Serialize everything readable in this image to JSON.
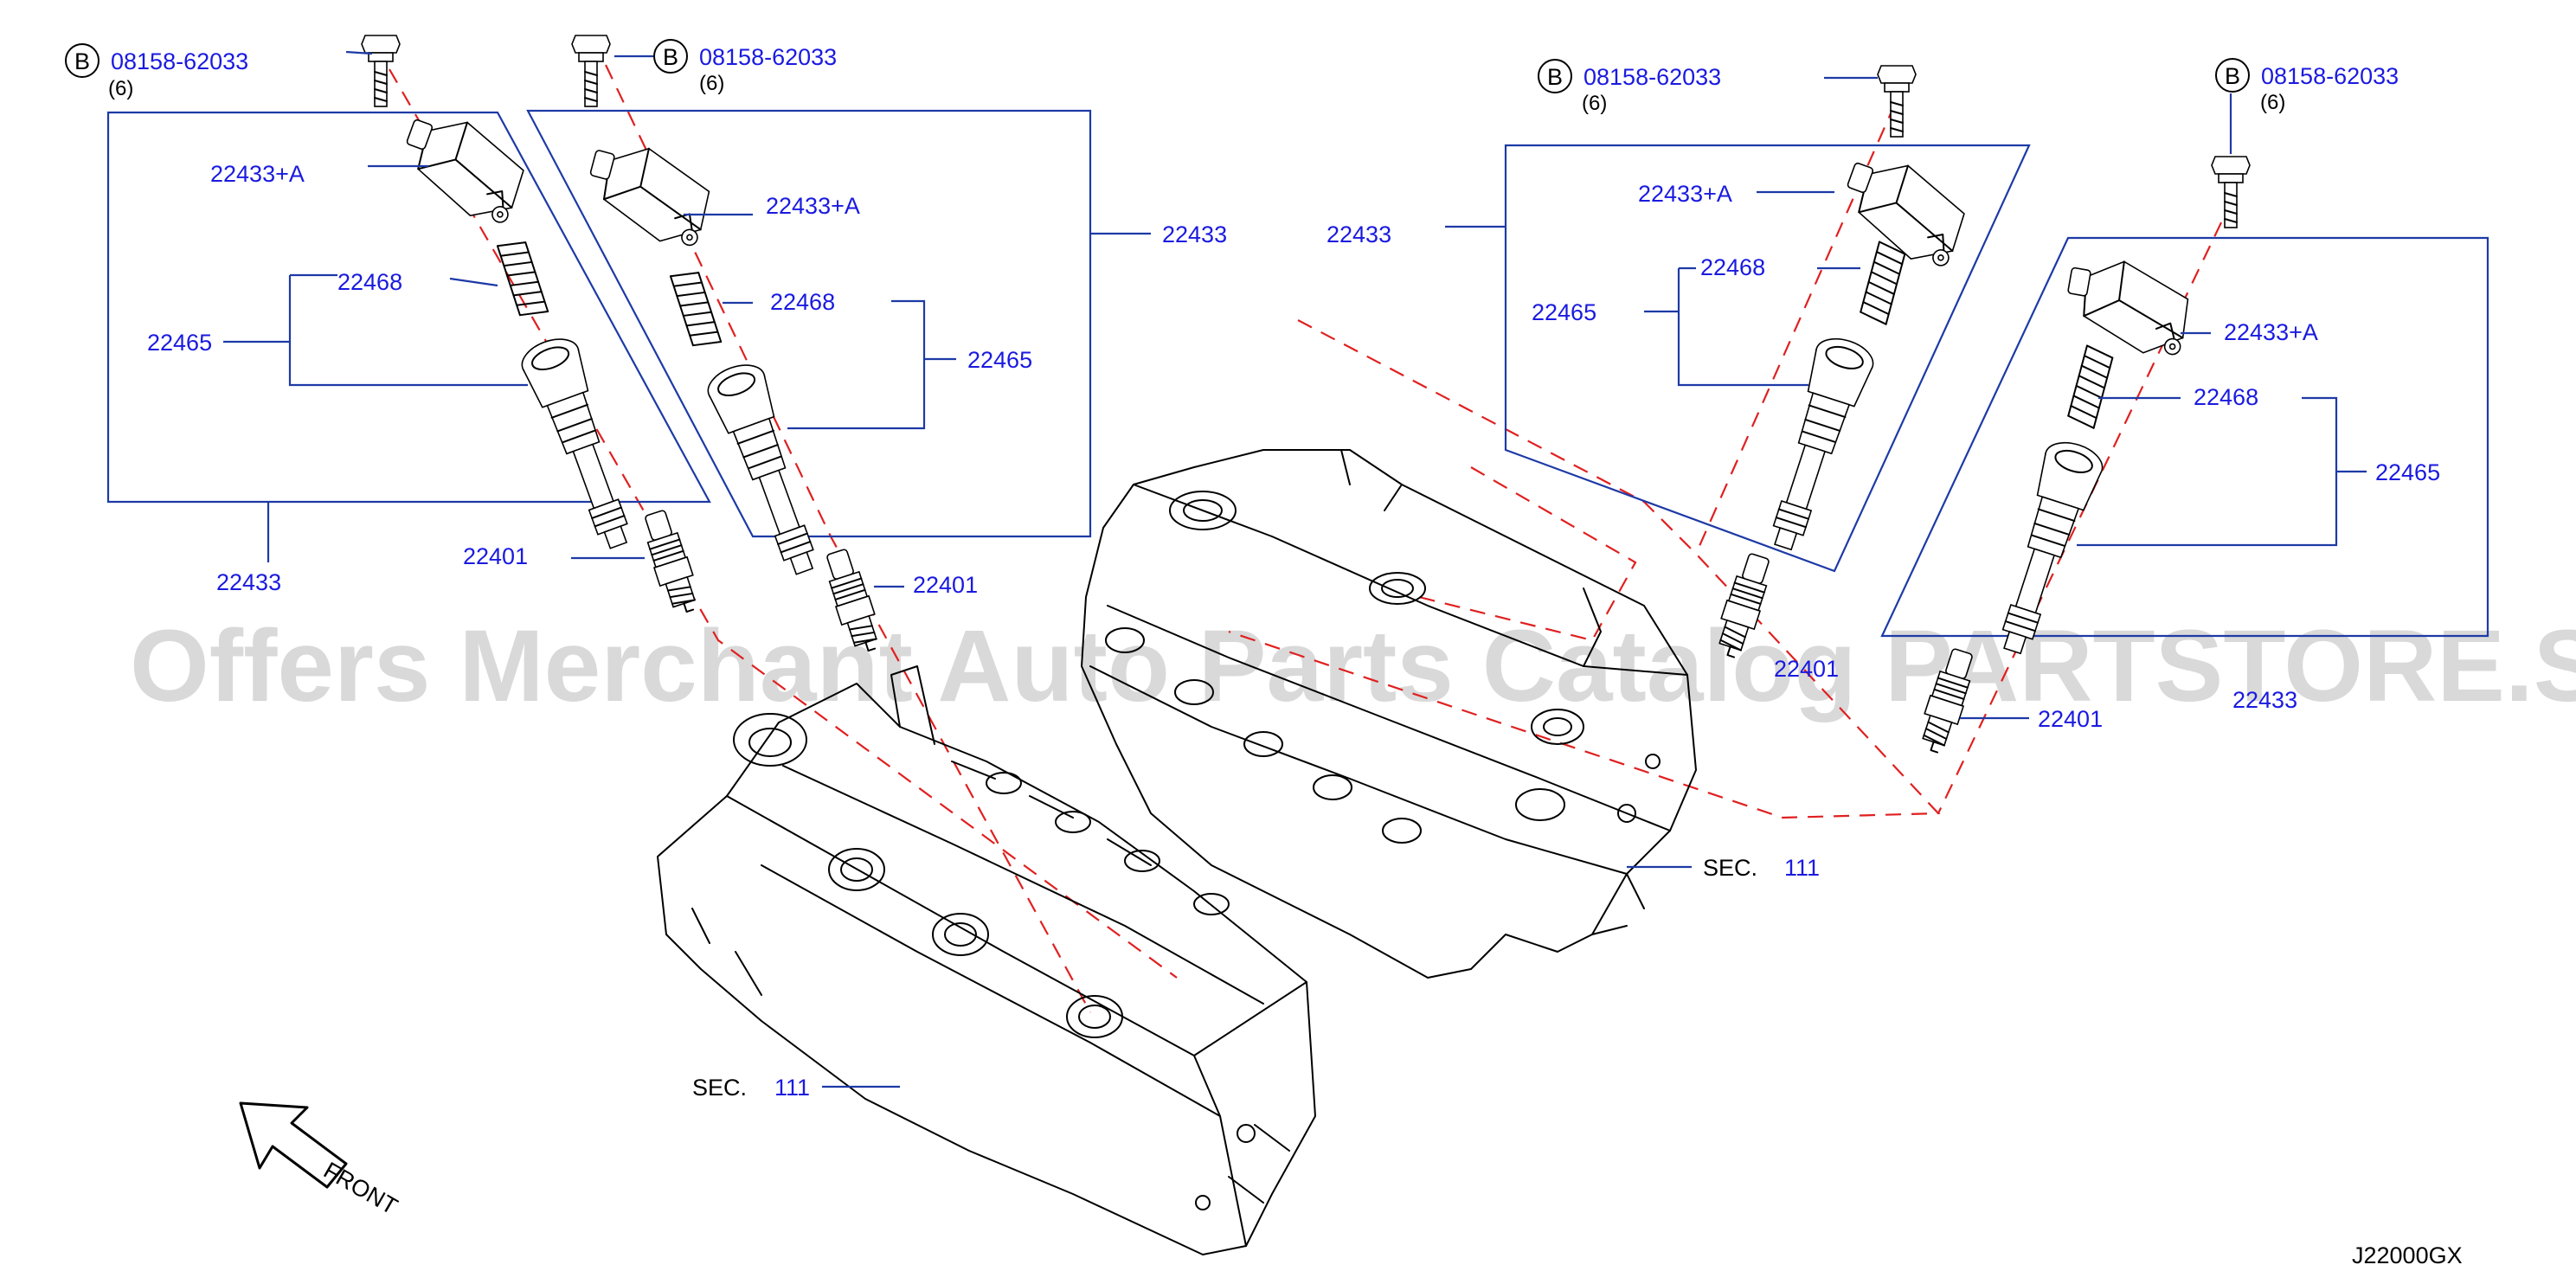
{
  "callouts": {
    "bolt_symbol": "B",
    "bolt_part": "08158-62033",
    "bolt_qty": "(6)",
    "coil_assy": "22433",
    "coil_with_a": "22433+A",
    "spring": "22468",
    "boot": "22465",
    "spark_plug": "22401",
    "sec_label": "SEC.",
    "sec_number": "111"
  },
  "front_label": "FRONT",
  "diagram_code": "J22000GX",
  "watermark": "Offers Merchant Auto Parts Catalog PARTSTORE.SA",
  "colors": {
    "part_number_text": "#1a1ae0",
    "frame_lines": "#1d3aa6",
    "centerline_dash": "#e02020",
    "watermark": "#b9b9b9"
  }
}
